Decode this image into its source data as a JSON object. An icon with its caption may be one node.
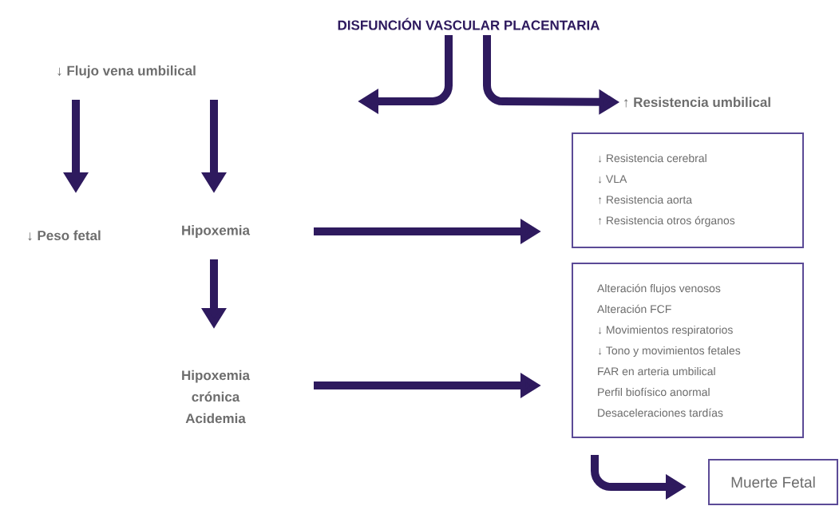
{
  "diagram": {
    "nodes": [
      {
        "text": [
          "DISFUNCIÓN VASCULAR PLACENTARIA"
        ]
      },
      {
        "text": [
          "↓ Flujo vena umbilical"
        ]
      },
      {
        "text": [
          "↑ Resistencia umbilical"
        ]
      },
      {
        "text": [
          "↓ Peso fetal"
        ]
      },
      {
        "text": [
          "Hipoxemia"
        ]
      },
      {
        "text": [
          "↓ Resistencia cerebral",
          "↓ VLA",
          "↑ Resistencia aorta",
          "↑ Resistencia otros órganos"
        ]
      },
      {
        "text": [
          "Hipoxemia crónica Acidemia"
        ]
      },
      {
        "text": [
          "Alteración flujos venosos",
          "Alteración FCF",
          "↓ Movimientos respiratorios",
          "↓ Tono y movimientos fetales",
          "FAR en arteria umbilical",
          "Perfil biofísico anormal",
          "Desaceleraciones tardías"
        ]
      },
      {
        "text": [
          "Muerte Fetal"
        ]
      }
    ],
    "edges": [
      {
        "from": 0,
        "to": null,
        "arrow": "to"
      },
      {
        "from": 0,
        "to": 2,
        "arrow": "to"
      },
      {
        "from": 1,
        "to": 3,
        "arrow": "to"
      },
      {
        "from": 1,
        "to": 4,
        "arrow": "to"
      },
      {
        "from": 4,
        "to": 5,
        "arrow": "to"
      },
      {
        "from": 4,
        "to": 6,
        "arrow": "to"
      },
      {
        "from": 6,
        "to": 7,
        "arrow": "to"
      },
      {
        "from": 7,
        "to": 8,
        "arrow": "to"
      }
    ]
  }
}
